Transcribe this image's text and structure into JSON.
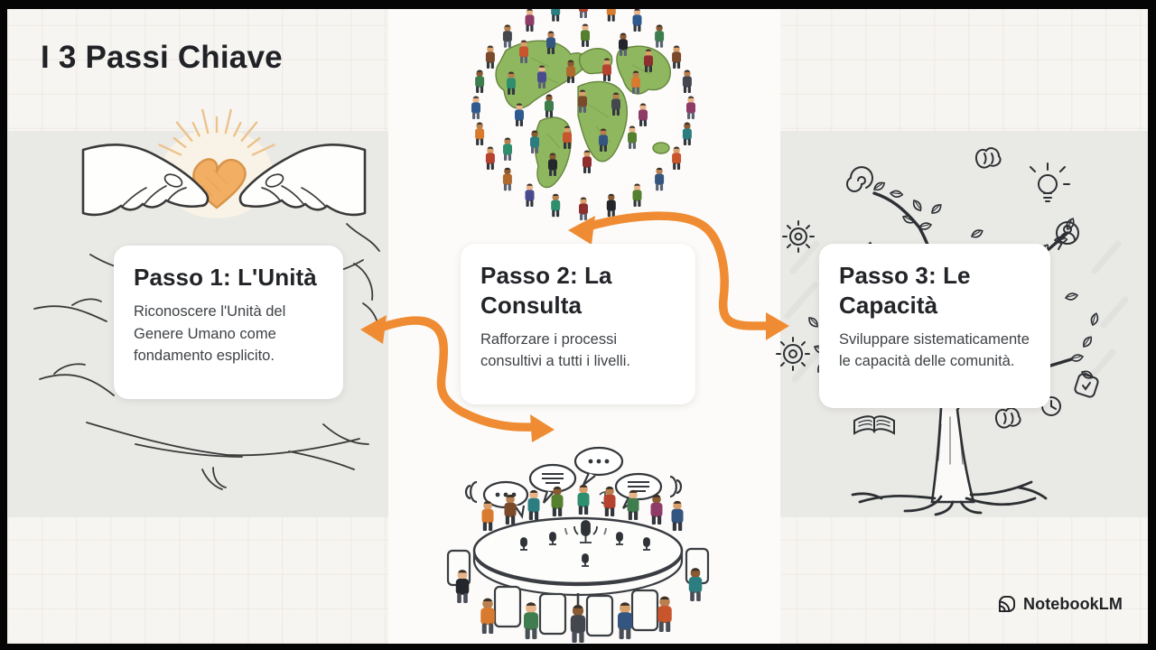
{
  "slide": {
    "title": "I 3 Passi Chiave",
    "steps": [
      {
        "name": "passo-1",
        "title": "Passo 1: L'Unità",
        "body": "Riconoscere l'Unità del Genere Umano come fondamento esplicito.",
        "illustration": "hands-holding-heart"
      },
      {
        "name": "passo-2",
        "title": "Passo 2: La Consulta",
        "body": "Rafforzare i processi consultivi a tutti i livelli.",
        "illustration": "globe-people-and-roundtable"
      },
      {
        "name": "passo-3",
        "title": "Passo 3: Le Capacità",
        "body": "Sviluppare sistematicamente le capacità delle comunità.",
        "illustration": "knowledge-tree"
      }
    ],
    "brand": {
      "label": "NotebookLM",
      "icon": "notebooklm-logo-icon"
    },
    "colors": {
      "accent_arrow": "#EF8C33",
      "heart": "#F2AE62",
      "band": "#E9E9E6",
      "background": "#F7F5F2",
      "card": "#FFFFFF",
      "text_primary": "#202226",
      "text_secondary": "#3E4246"
    }
  }
}
